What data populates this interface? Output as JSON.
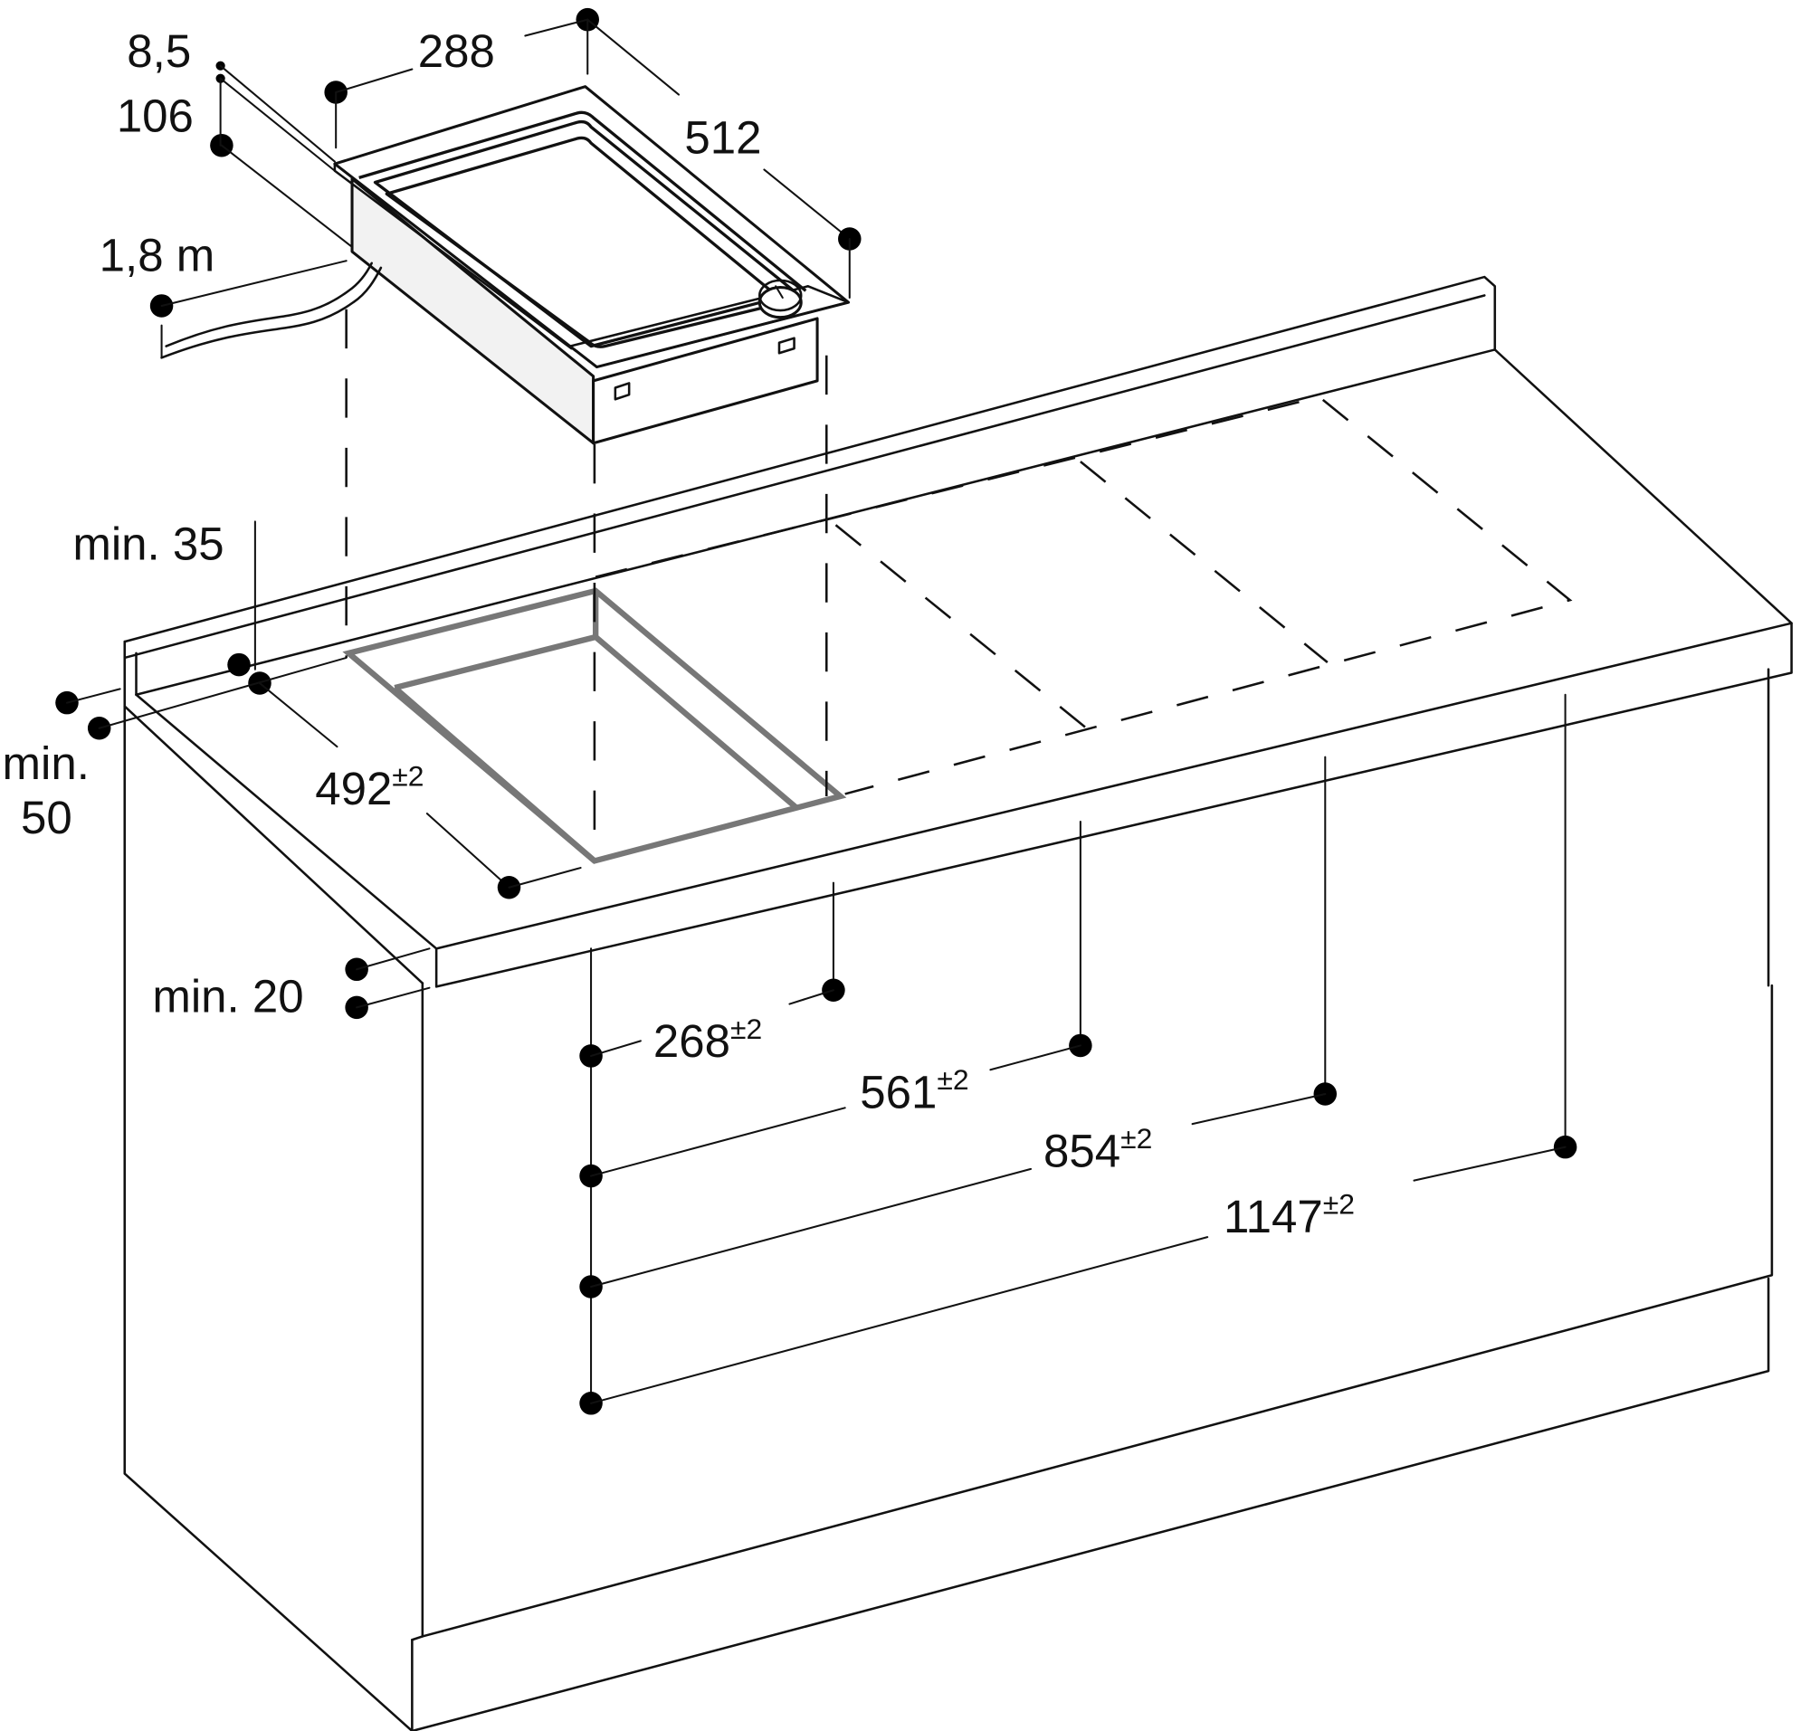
{
  "diagram": {
    "type": "installation-dimension-drawing",
    "subject": "built-in single-zone cooktop module (teppan/griddle) installed in worktop over base cabinet",
    "units": "mm",
    "appliance_dimensions": {
      "width": "288",
      "depth": "512",
      "frame_height": "8,5",
      "body_height": "106",
      "cable_length": "1,8 m"
    },
    "cutout_dimensions": {
      "depth": {
        "value": "492",
        "tolerance": "±2"
      },
      "min_back_distance": "min. 35",
      "min_front_distance": "min. 50",
      "min_worktop_thickness": "min. 20"
    },
    "cutout_widths": [
      {
        "value": "268",
        "tolerance": "±2",
        "modules": 1
      },
      {
        "value": "561",
        "tolerance": "±2",
        "modules": 2
      },
      {
        "value": "854",
        "tolerance": "±2",
        "modules": 3
      },
      {
        "value": "1147",
        "tolerance": "±2",
        "modules": 4
      }
    ]
  },
  "labels": {
    "l288": "288",
    "l512": "512",
    "l85": "8,5",
    "l106": "106",
    "l18m": "1,8 m",
    "min35": "min. 35",
    "min50_a": "min.",
    "min50_b": "50",
    "l492": "492",
    "min20": "min. 20",
    "l268": "268",
    "l561": "561",
    "l854": "854",
    "l1147": "1147",
    "tol": "±2"
  }
}
